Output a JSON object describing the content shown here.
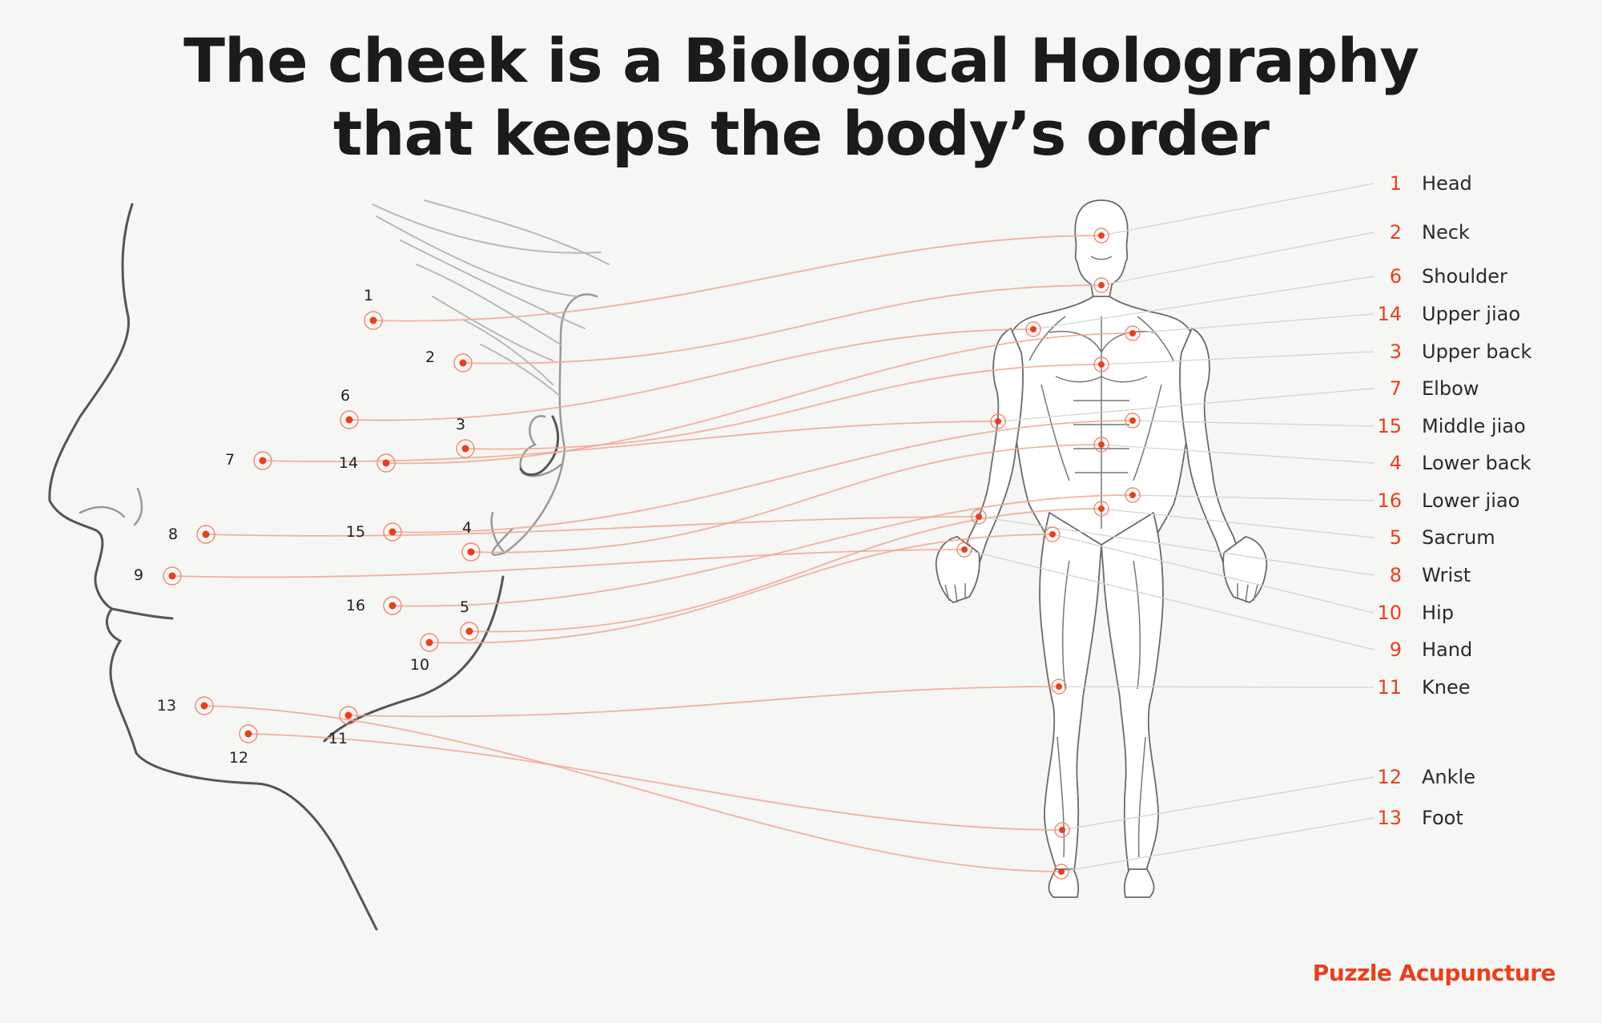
{
  "title": {
    "line1": "The cheek is a Biological Holography",
    "line2": "that keeps the body’s order"
  },
  "brand": "Puzzle Acupuncture",
  "colors": {
    "accent": "#e8401c",
    "curve": "#f0a490",
    "ink": "#1b1b1b"
  },
  "face_points": [
    {
      "label": "1"
    },
    {
      "label": "2"
    },
    {
      "label": "6"
    },
    {
      "label": "3"
    },
    {
      "label": "7"
    },
    {
      "label": "14"
    },
    {
      "label": "8"
    },
    {
      "label": "15"
    },
    {
      "label": "4"
    },
    {
      "label": "9"
    },
    {
      "label": "16"
    },
    {
      "label": "5"
    },
    {
      "label": "10"
    },
    {
      "label": "13"
    },
    {
      "label": "11"
    },
    {
      "label": "12"
    }
  ],
  "legend": [
    {
      "num": "1",
      "name": "Head"
    },
    {
      "num": "2",
      "name": "Neck"
    },
    {
      "num": "6",
      "name": "Shoulder"
    },
    {
      "num": "14",
      "name": "Upper jiao"
    },
    {
      "num": "3",
      "name": "Upper back"
    },
    {
      "num": "7",
      "name": "Elbow"
    },
    {
      "num": "15",
      "name": "Middle jiao"
    },
    {
      "num": "4",
      "name": "Lower back"
    },
    {
      "num": "16",
      "name": "Lower jiao"
    },
    {
      "num": "5",
      "name": "Sacrum"
    },
    {
      "num": "8",
      "name": "Wrist"
    },
    {
      "num": "10",
      "name": "Hip"
    },
    {
      "num": "9",
      "name": "Hand"
    },
    {
      "num": "11",
      "name": "Knee"
    },
    {
      "num": "12",
      "name": "Ankle"
    },
    {
      "num": "13",
      "name": "Foot"
    }
  ]
}
